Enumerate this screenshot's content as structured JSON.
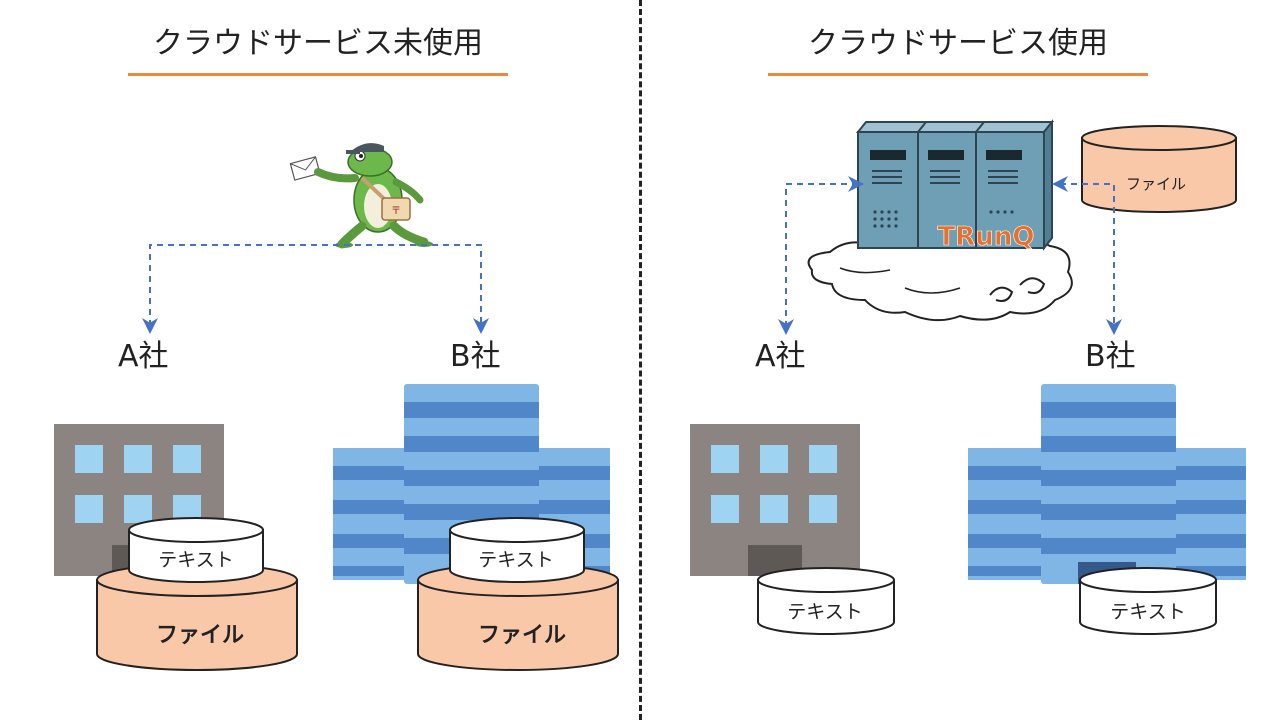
{
  "left": {
    "title": "クラウドサービス未使用",
    "company_a": "A社",
    "company_b": "B社",
    "text_label": "テキスト",
    "file_label": "ファイル"
  },
  "right": {
    "title": "クラウドサービス使用",
    "company_a": "A社",
    "company_b": "B社",
    "text_label": "テキスト",
    "file_label": "ファイル",
    "server_brand": "TRunQ"
  },
  "colors": {
    "underline": "#e88a3c",
    "file_fill": "#f8c8a8",
    "arrow": "#4472c4",
    "building_gray": "#8c8480",
    "building_blue": "#5b9bd5",
    "server": "#6e9fb4",
    "frog": "#6db84a"
  },
  "icons": [
    "frog-mail-carrier-icon",
    "server-on-cloud-icon",
    "office-building-icon",
    "database-cylinder-icon"
  ]
}
